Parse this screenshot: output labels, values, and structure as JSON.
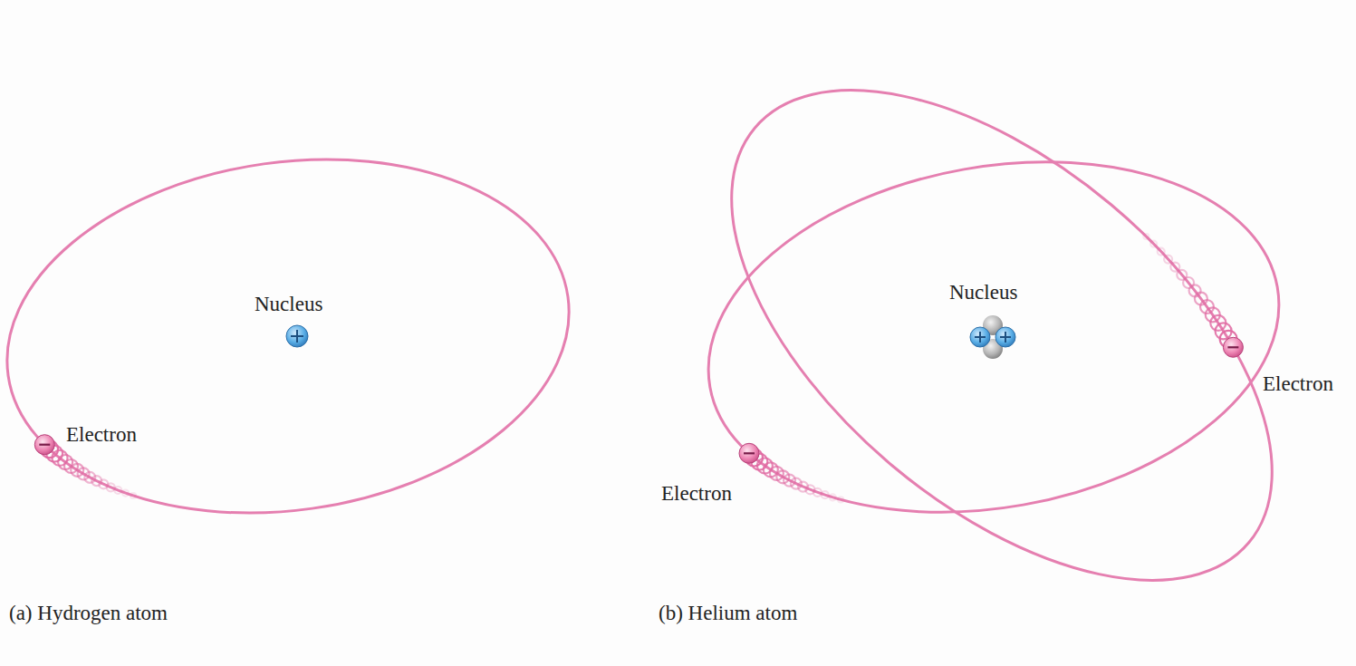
{
  "diagram": {
    "labels": [
      "Nucleus",
      "Electron",
      "(a) Hydrogen atom",
      "Nucleus",
      "Electron",
      "Electron",
      "(b) Helium atom"
    ]
  }
}
